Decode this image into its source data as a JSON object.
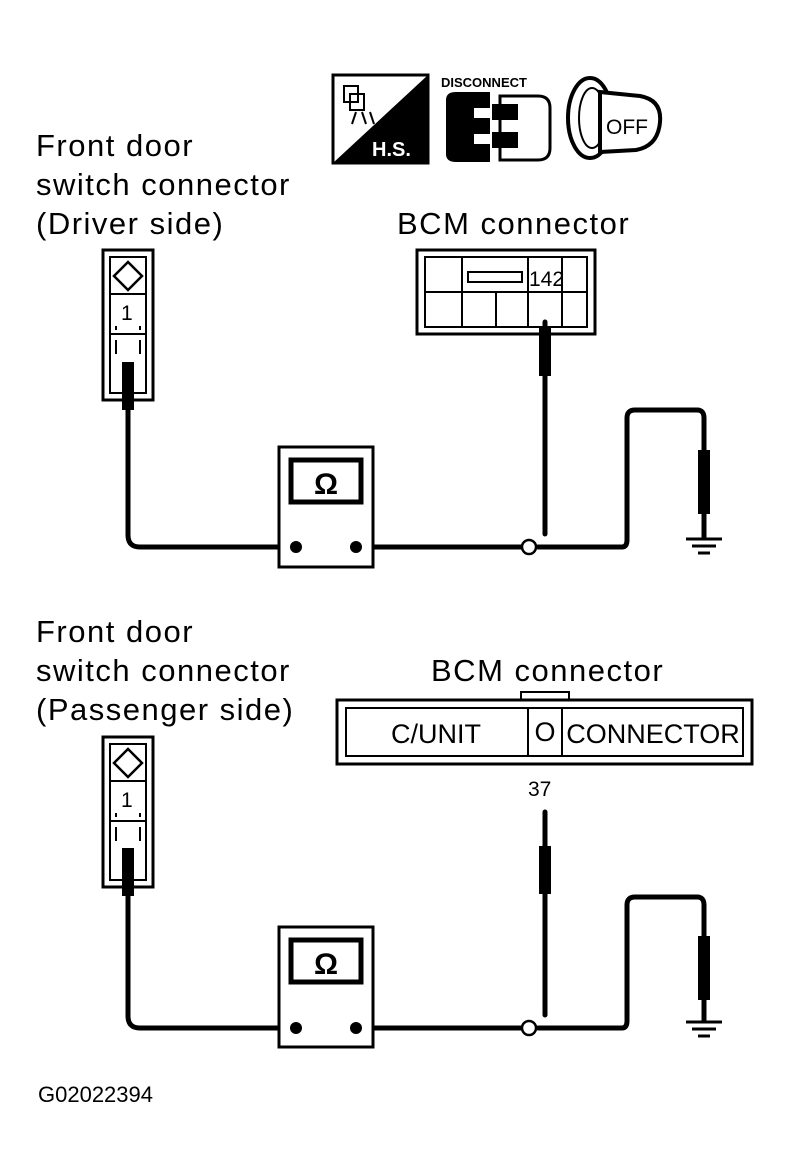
{
  "icons": {
    "hs_label": "H.S.",
    "disconnect_label": "DISCONNECT",
    "off_label": "OFF"
  },
  "top": {
    "switch_label": [
      "Front door",
      "switch connector",
      "(Driver side)"
    ],
    "bcm_label": "BCM connector",
    "switch_terminal": "1",
    "bcm_terminal": "142",
    "meter_symbol": "Ω"
  },
  "bottom": {
    "switch_label": [
      "Front door",
      "switch connector",
      "(Passenger side)"
    ],
    "bcm_label": "BCM connector",
    "bcm_left_text": "C/UNIT",
    "bcm_mid_text": "O",
    "bcm_right_text": "CONNECTOR",
    "switch_terminal": "1",
    "bcm_terminal": "37",
    "meter_symbol": "Ω"
  },
  "figure_id": "G02022394"
}
